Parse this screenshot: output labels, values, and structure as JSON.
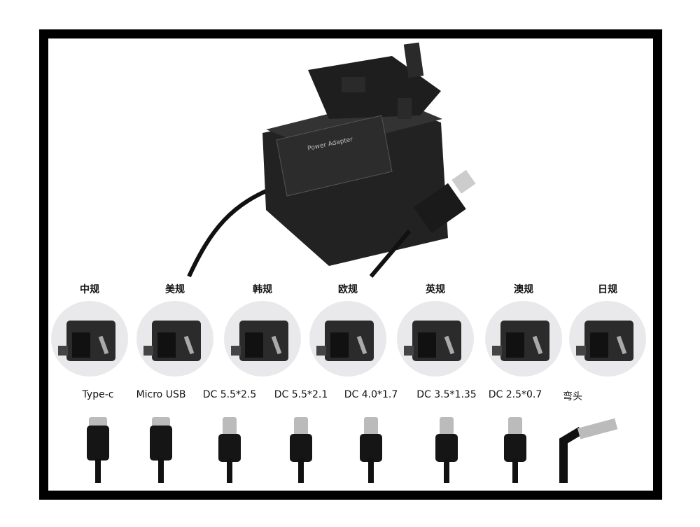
{
  "product_label": "Power Adapter",
  "plug_types": [
    {
      "label": "中规"
    },
    {
      "label": "美规"
    },
    {
      "label": "韩规"
    },
    {
      "label": "欧规"
    },
    {
      "label": "英规"
    },
    {
      "label": "澳规"
    },
    {
      "label": "日规"
    }
  ],
  "connectors": [
    {
      "label": "Type-c"
    },
    {
      "label": "Micro USB"
    },
    {
      "label": "DC 5.5*2.5"
    },
    {
      "label": "DC 5.5*2.1"
    },
    {
      "label": "DC 4.0*1.7"
    },
    {
      "label": "DC 3.5*1.35"
    },
    {
      "label": "DC 2.5*0.7"
    },
    {
      "label": "弯头"
    }
  ]
}
